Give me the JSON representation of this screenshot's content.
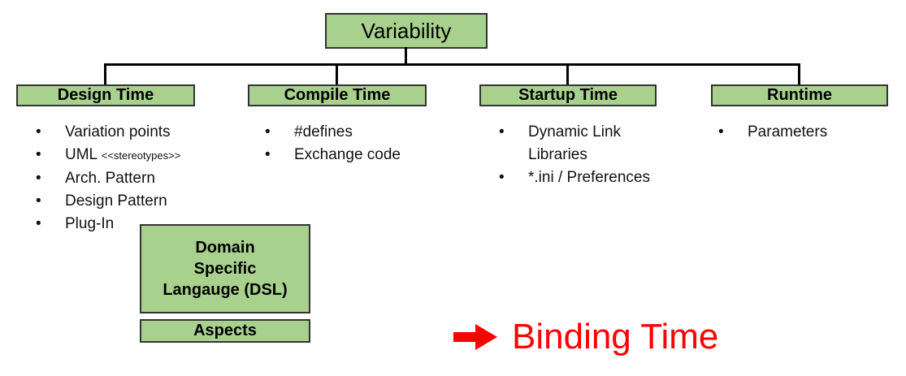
{
  "root": {
    "label": "Variability"
  },
  "branches": [
    {
      "label": "Design Time",
      "items": [
        {
          "text": "Variation points"
        },
        {
          "text": "UML",
          "small": "<<stereotypes>>"
        },
        {
          "text": "Arch. Pattern"
        },
        {
          "text": "Design Pattern"
        },
        {
          "text": "Plug-In"
        }
      ]
    },
    {
      "label": "Compile Time",
      "items": [
        {
          "text": "#defines"
        },
        {
          "text": "Exchange code"
        }
      ]
    },
    {
      "label": "Startup Time",
      "items": [
        {
          "text": "Dynamic Link",
          "text2": "Libraries"
        },
        {
          "text": "*.ini / Preferences"
        }
      ]
    },
    {
      "label": "Runtime",
      "items": [
        {
          "text": "Parameters"
        }
      ]
    }
  ],
  "sub_boxes": {
    "dsl": {
      "lines": [
        "Domain",
        "Specific",
        "Langauge (DSL)"
      ]
    },
    "aspects": {
      "label": "Aspects"
    }
  },
  "annotation": {
    "icon": "right-arrow",
    "label": "Binding Time"
  },
  "colors": {
    "box_fill": "#a9d18e",
    "box_border": "#333333",
    "connector": "#000000",
    "text": "#000000",
    "accent_red": "#ff0000"
  }
}
